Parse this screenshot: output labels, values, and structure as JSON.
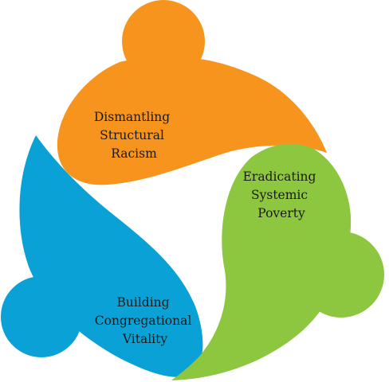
{
  "segments": [
    {
      "id": "orange",
      "lines": [
        "Dismantling",
        "Structural",
        "Racism"
      ],
      "color": "#F7941D"
    },
    {
      "id": "green",
      "lines": [
        "Eradicating",
        "Systemic",
        "Poverty"
      ],
      "color": "#8DC63F"
    },
    {
      "id": "blue",
      "lines": [
        "Building",
        "Congregational",
        "Vitality"
      ],
      "color": "#0AA2D6"
    }
  ]
}
